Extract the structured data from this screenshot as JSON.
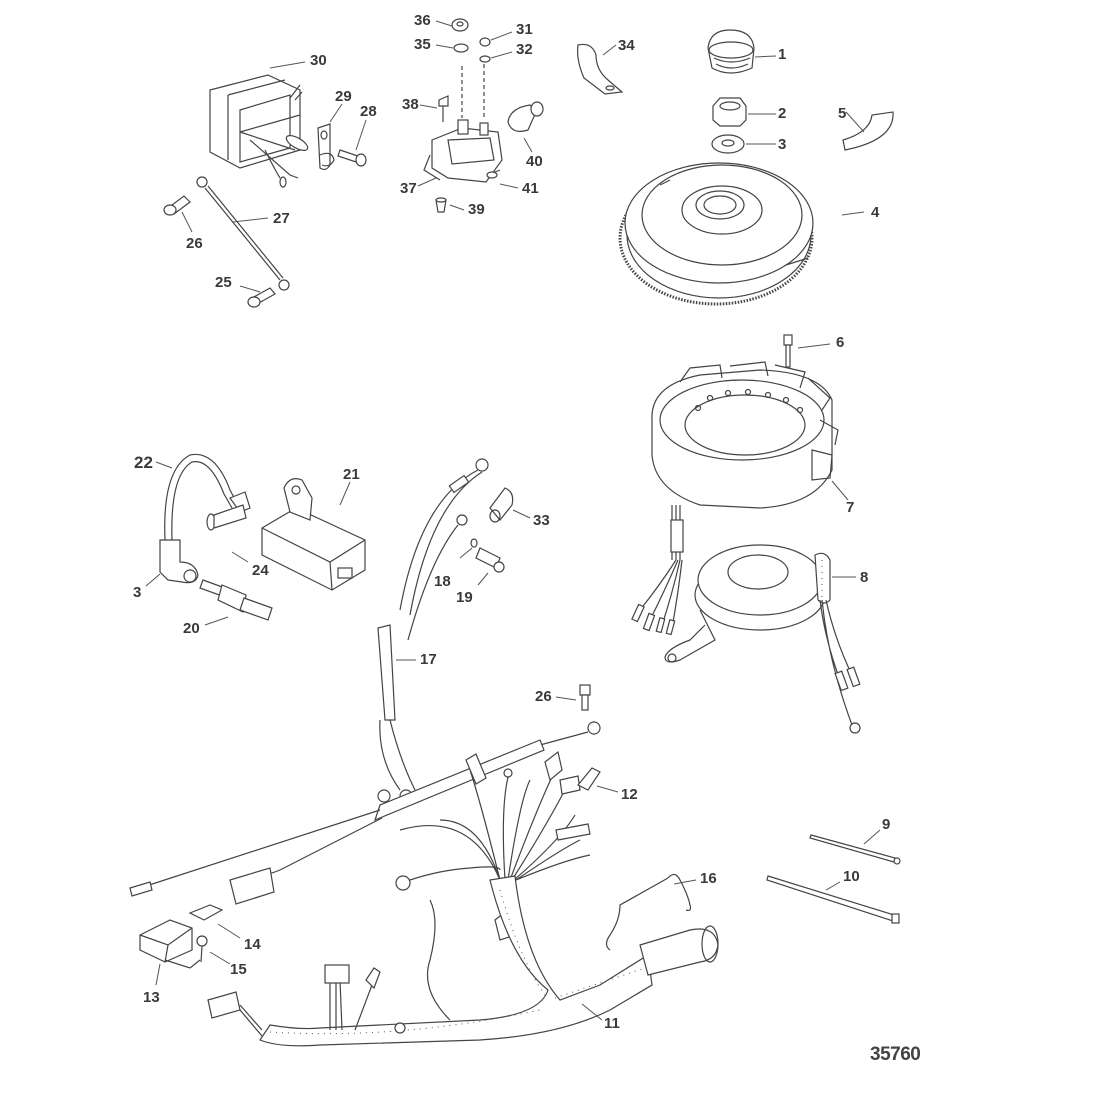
{
  "diagram": {
    "title": "Ignition / Flywheel / Stator / Wiring Harness exploded parts diagram",
    "figure_number": "35760",
    "parts": [
      {
        "id": "1",
        "name": "flywheel-cap"
      },
      {
        "id": "2",
        "name": "flywheel-nut"
      },
      {
        "id": "3",
        "name": "washer"
      },
      {
        "id": "4",
        "name": "flywheel"
      },
      {
        "id": "5",
        "name": "flywheel-key"
      },
      {
        "id": "6",
        "name": "stator-screw"
      },
      {
        "id": "7",
        "name": "stator"
      },
      {
        "id": "8",
        "name": "trigger"
      },
      {
        "id": "9",
        "name": "cable-tie-short"
      },
      {
        "id": "10",
        "name": "cable-tie-long"
      },
      {
        "id": "11",
        "name": "wiring-harness"
      },
      {
        "id": "12",
        "name": "bullet-connector-sleeve"
      },
      {
        "id": "13",
        "name": "fuse-holder"
      },
      {
        "id": "14",
        "name": "fuse"
      },
      {
        "id": "15",
        "name": "fuse-holder-screw"
      },
      {
        "id": "16",
        "name": "harness-clip"
      },
      {
        "id": "17",
        "name": "ground-lead"
      },
      {
        "id": "18",
        "name": "lockwasher"
      },
      {
        "id": "19",
        "name": "ground-screw"
      },
      {
        "id": "20",
        "name": "spark-plug"
      },
      {
        "id": "21",
        "name": "ignition-coil"
      },
      {
        "id": "22",
        "name": "spark-plug-lead"
      },
      {
        "id": "3b",
        "label": "3",
        "name": "spark-plug-boot"
      },
      {
        "id": "24",
        "name": "coil-screw"
      },
      {
        "id": "25",
        "name": "ground-strap-screw-lower"
      },
      {
        "id": "26",
        "name": "ground-strap-screw-upper"
      },
      {
        "id": "26b",
        "label": "26",
        "name": "harness-ground-screw"
      },
      {
        "id": "27",
        "name": "ground-strap"
      },
      {
        "id": "28",
        "name": "rectifier-screw"
      },
      {
        "id": "29",
        "name": "rectifier-clamp"
      },
      {
        "id": "30",
        "name": "rectifier"
      },
      {
        "id": "31",
        "name": "small-nut"
      },
      {
        "id": "32",
        "name": "small-lockwasher"
      },
      {
        "id": "33",
        "name": "terminal-boot"
      },
      {
        "id": "34",
        "name": "cable-clamp"
      },
      {
        "id": "35",
        "name": "large-lockwasher"
      },
      {
        "id": "36",
        "name": "large-nut"
      },
      {
        "id": "37",
        "name": "starter-solenoid"
      },
      {
        "id": "38",
        "name": "solenoid-screw"
      },
      {
        "id": "39",
        "name": "grommet"
      },
      {
        "id": "40",
        "name": "solenoid-boot"
      },
      {
        "id": "41",
        "name": "solenoid-bracket"
      }
    ],
    "labels": {
      "l1": "1",
      "l2": "2",
      "l3": "3",
      "l4": "4",
      "l5": "5",
      "l6": "6",
      "l7": "7",
      "l8": "8",
      "l9": "9",
      "l10": "10",
      "l11": "11",
      "l12": "12",
      "l13": "13",
      "l14": "14",
      "l15": "15",
      "l16": "16",
      "l17": "17",
      "l18": "18",
      "l19": "19",
      "l20": "20",
      "l21": "21",
      "l22": "22",
      "l3b": "3",
      "l24": "24",
      "l25": "25",
      "l26": "26",
      "l26b": "26",
      "l27": "27",
      "l28": "28",
      "l29": "29",
      "l30": "30",
      "l31": "31",
      "l32": "32",
      "l33": "33",
      "l34": "34",
      "l35": "35",
      "l36": "36",
      "l37": "37",
      "l38": "38",
      "l39": "39",
      "l40": "40",
      "l41": "41"
    }
  }
}
